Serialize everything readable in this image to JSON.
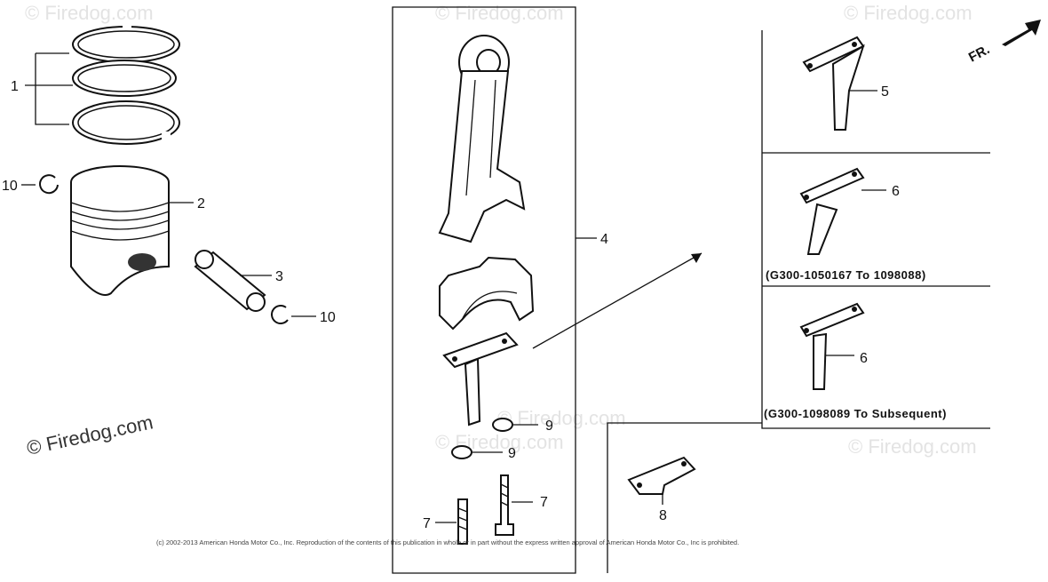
{
  "watermarks": {
    "light": [
      "© Firedog.com",
      "© Firedog.com",
      "© Firedog.com",
      "© Firedog.com",
      "© Firedog.com",
      "© Firedog.com"
    ],
    "main": "© Firedog.com"
  },
  "front_indicator": "FR.",
  "callouts": {
    "c1": "1",
    "c2": "2",
    "c3": "3",
    "c4": "4",
    "c5": "5",
    "c6a": "6",
    "c6b": "6",
    "c7a": "7",
    "c7b": "7",
    "c8": "8",
    "c9a": "9",
    "c9b": "9",
    "c10a": "10",
    "c10b": "10"
  },
  "serial_notes": {
    "range_a": "(G300-1050167 To 1098088)",
    "range_b": "(G300-1098089 To Subsequent)"
  },
  "copyright": "(c) 2002-2013 American Honda Motor Co., Inc. Reproduction of the contents of this publication in whole or in part without the express written approval of American Honda Motor Co., Inc is prohibited.",
  "icons": [
    "arrow-icon"
  ]
}
